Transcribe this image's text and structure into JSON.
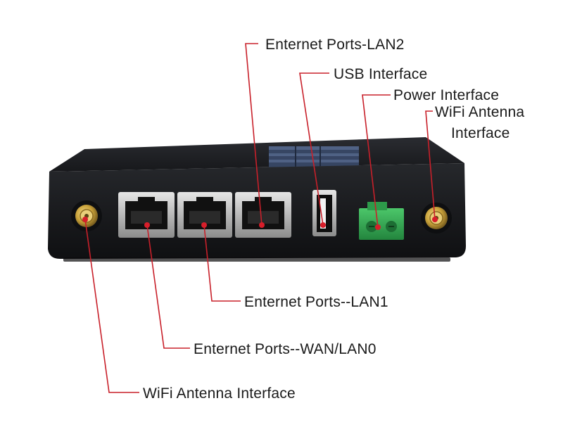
{
  "callouts": {
    "lan2": "Enternet Ports-LAN2",
    "usb": "USB Interface",
    "power": "Power Interface",
    "wifi_right_line1": "WiFi Antenna",
    "wifi_right_line2": "Interface",
    "lan1": "Enternet Ports--LAN1",
    "wan": "Enternet Ports--WAN/LAN0",
    "wifi_left": "WiFi Antenna Interface"
  },
  "colors": {
    "callout_line": "#c8202a",
    "device_body": "#1c1d20",
    "power_terminal": "#2fa84f",
    "antenna_connector": "#c9a23a"
  }
}
